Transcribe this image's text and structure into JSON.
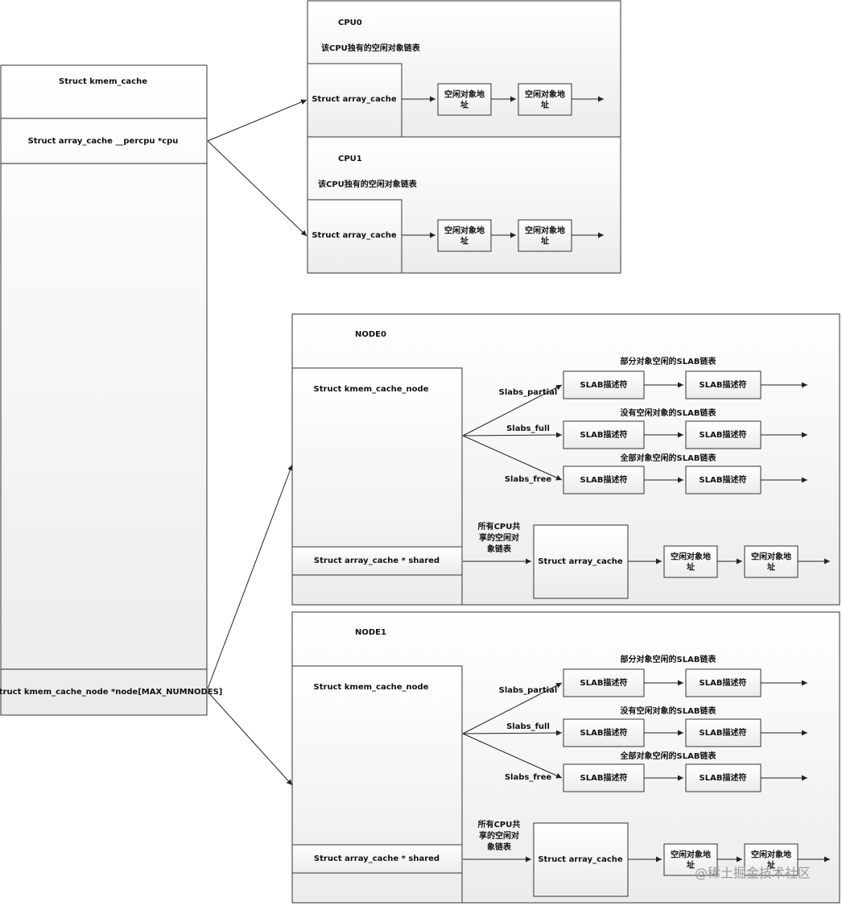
{
  "kmem_cache": {
    "title": "Struct kmem_cache",
    "percpu_field": "Struct array_cache __percpu *cpu",
    "node_field": "Struct kmem_cache_node *node[MAX_NUMNODES]"
  },
  "cpus": [
    {
      "name": "CPU0",
      "caption": "该CPU独有的空闲对象链表",
      "array_cache": "Struct array_cache",
      "entries": [
        "空闲对象地址",
        "空闲对象地址"
      ]
    },
    {
      "name": "CPU1",
      "caption": "该CPU独有的空闲对象链表",
      "array_cache": "Struct array_cache",
      "entries": [
        "空闲对象地址",
        "空闲对象地址"
      ]
    }
  ],
  "nodes": [
    {
      "name": "NODE0",
      "node_struct": "Struct kmem_cache_node",
      "shared_field": "Struct array_cache * shared",
      "lists": [
        {
          "label": "Slabs_partial",
          "caption": "部分对象空闲的SLAB链表",
          "slabs": [
            "SLAB描述符",
            "SLAB描述符"
          ]
        },
        {
          "label": "Slabs_full",
          "caption": "没有空闲对象的SLAB链表",
          "slabs": [
            "SLAB描述符",
            "SLAB描述符"
          ]
        },
        {
          "label": "Slabs_free",
          "caption": "全部对象空闲的SLAB链表",
          "slabs": [
            "SLAB描述符",
            "SLAB描述符"
          ]
        }
      ],
      "shared_caption": [
        "所有CPU共",
        "享的空闲对",
        "象链表"
      ],
      "shared_array_cache": "Struct array_cache",
      "shared_entries": [
        "空闲对象地址",
        "空闲对象地址"
      ]
    },
    {
      "name": "NODE1",
      "node_struct": "Struct kmem_cache_node",
      "shared_field": "Struct array_cache * shared",
      "lists": [
        {
          "label": "Slabs_partial",
          "caption": "部分对象空闲的SLAB链表",
          "slabs": [
            "SLAB描述符",
            "SLAB描述符"
          ]
        },
        {
          "label": "Slabs_full",
          "caption": "没有空闲对象的SLAB链表",
          "slabs": [
            "SLAB描述符",
            "SLAB描述符"
          ]
        },
        {
          "label": "Slabs_free",
          "caption": "全部对象空闲的SLAB链表",
          "slabs": [
            "SLAB描述符",
            "SLAB描述符"
          ]
        }
      ],
      "shared_caption": [
        "所有CPU共",
        "享的空闲对",
        "象链表"
      ],
      "shared_array_cache": "Struct array_cache",
      "shared_entries": [
        "空闲对象地址",
        "空闲对象地址"
      ]
    }
  ],
  "watermark": "@稀土掘金技术社区",
  "colors": {
    "box_fill_top": "#ffffff",
    "box_fill_bottom": "#ececec",
    "stroke": "#333333",
    "watermark": "#9a9a9a"
  }
}
